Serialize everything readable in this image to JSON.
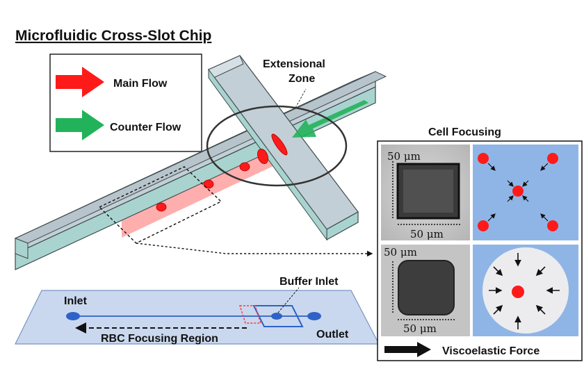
{
  "title": "Microfluidic Cross-Slot Chip",
  "legend": {
    "main_flow": "Main Flow",
    "counter_flow": "Counter Flow",
    "main_color": "#ff1a1a",
    "counter_color": "#22b35a"
  },
  "labels": {
    "extensional_line1": "Extensional",
    "extensional_line2": "Zone",
    "buffer_inlet": "Buffer Inlet",
    "inlet": "Inlet",
    "outlet": "Outlet",
    "rbc_region": "RBC Focusing Region"
  },
  "panel": {
    "title": "Cell Focusing",
    "scale_top_left": "50 μm",
    "scale_top_bottom": "50 μm",
    "scale_bottom_left": "50 μm",
    "scale_bottom_bottom": "50 μm",
    "force_label": "Viscoelastic Force"
  },
  "colors": {
    "channel_top": "#c3cfd6",
    "channel_side": "#a9d3cf",
    "chip_plate": "#c9d8ee",
    "panel_blue": "#8fb5e6",
    "cell_red": "#ff1a1a"
  }
}
